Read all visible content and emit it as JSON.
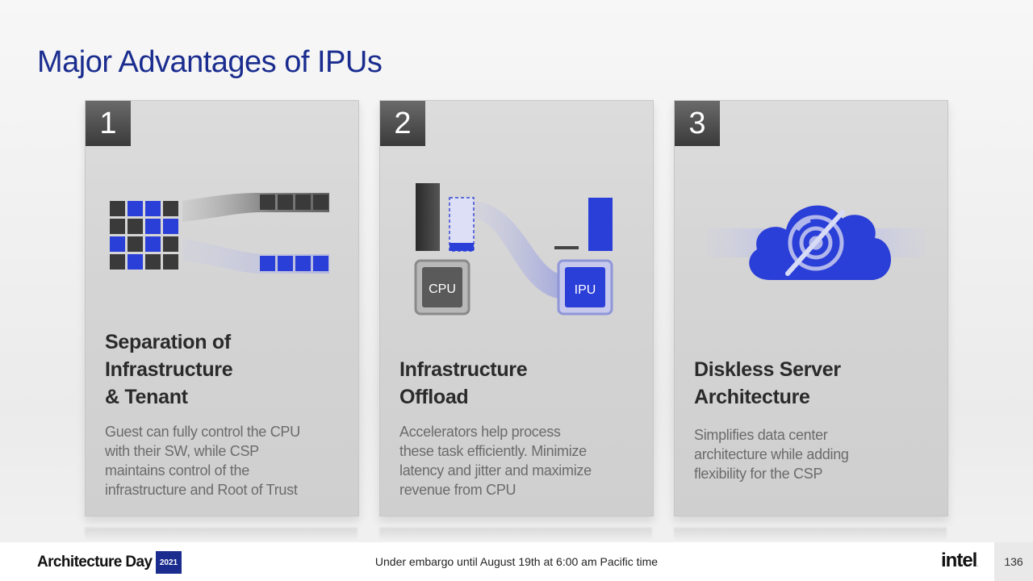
{
  "title": "Major Advantages of IPUs",
  "colors": {
    "title": "#1a2d8f",
    "accent_blue": "#2a3ed8",
    "dark_square": "#3a3a3a"
  },
  "cards": [
    {
      "number": "1",
      "heading": [
        "Separation of",
        "Infrastructure",
        "& Tenant"
      ],
      "description": [
        "Guest can fully control the CPU",
        "with their SW, while CSP",
        "maintains control of the",
        "infrastructure and Root of Trust"
      ],
      "icon": "grid-separation-icon"
    },
    {
      "number": "2",
      "heading": [
        "Infrastructure",
        "Offload"
      ],
      "description": [
        "Accelerators help process",
        "these task efficiently. Minimize",
        "latency and jitter and maximize",
        "revenue from CPU"
      ],
      "icon": "cpu-ipu-offload-icon",
      "chip_labels": {
        "cpu": "CPU",
        "ipu": "IPU"
      }
    },
    {
      "number": "3",
      "heading": [
        "Diskless Server",
        "Architecture"
      ],
      "description": [
        "Simplifies data center",
        "architecture while adding",
        "flexibility for the CSP"
      ],
      "icon": "cloud-no-disk-icon"
    }
  ],
  "footer": {
    "brand": "Architecture Day",
    "brand_year": "2021",
    "embargo": "Under embargo until August 19th at 6:00 am Pacific time",
    "logo": "intel.",
    "page_number": "136"
  }
}
